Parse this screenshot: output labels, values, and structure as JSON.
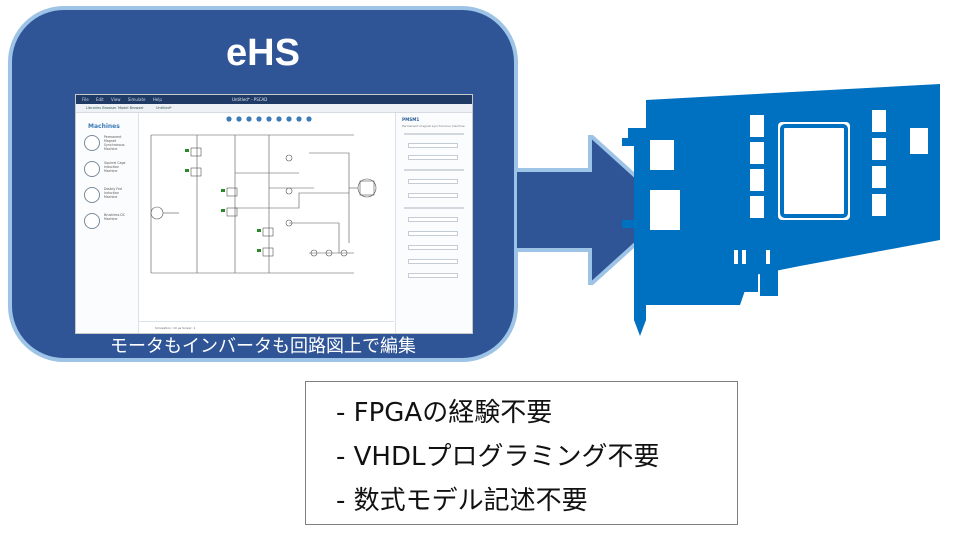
{
  "panel": {
    "title": "eHS",
    "caption": "モータもインバータも回路図上で編集"
  },
  "screenshot": {
    "menu": [
      "File",
      "Edit",
      "View",
      "Simulate",
      "Help"
    ],
    "window_title": "Untitled* - PSCAD",
    "tabs": [
      "Libraries Browser",
      "Model Browser",
      "Untitled*"
    ],
    "sidebar_title": "Machines",
    "machines": [
      {
        "label": "Permanent Magnet Synchronous Machine"
      },
      {
        "label": "Squirrel Cage Induction Machine"
      },
      {
        "label": "Doubly Fed Induction Machine"
      },
      {
        "label": "Brushless DC Machine"
      }
    ],
    "props_title": "PMSM1",
    "props_subtitle": "Permanent magnet synchronous machine",
    "status": "Simulation: 10 µs  Solver: 1"
  },
  "requirements": [
    "- FPGAの経験不要",
    "- VHDLプログラミング不要",
    "- 数式モデル記述不要"
  ],
  "colors": {
    "panel_fill": "#2f5597",
    "panel_border": "#9dc3e6",
    "arrow_fill": "#2f5597",
    "card_fill": "#0070c0"
  }
}
